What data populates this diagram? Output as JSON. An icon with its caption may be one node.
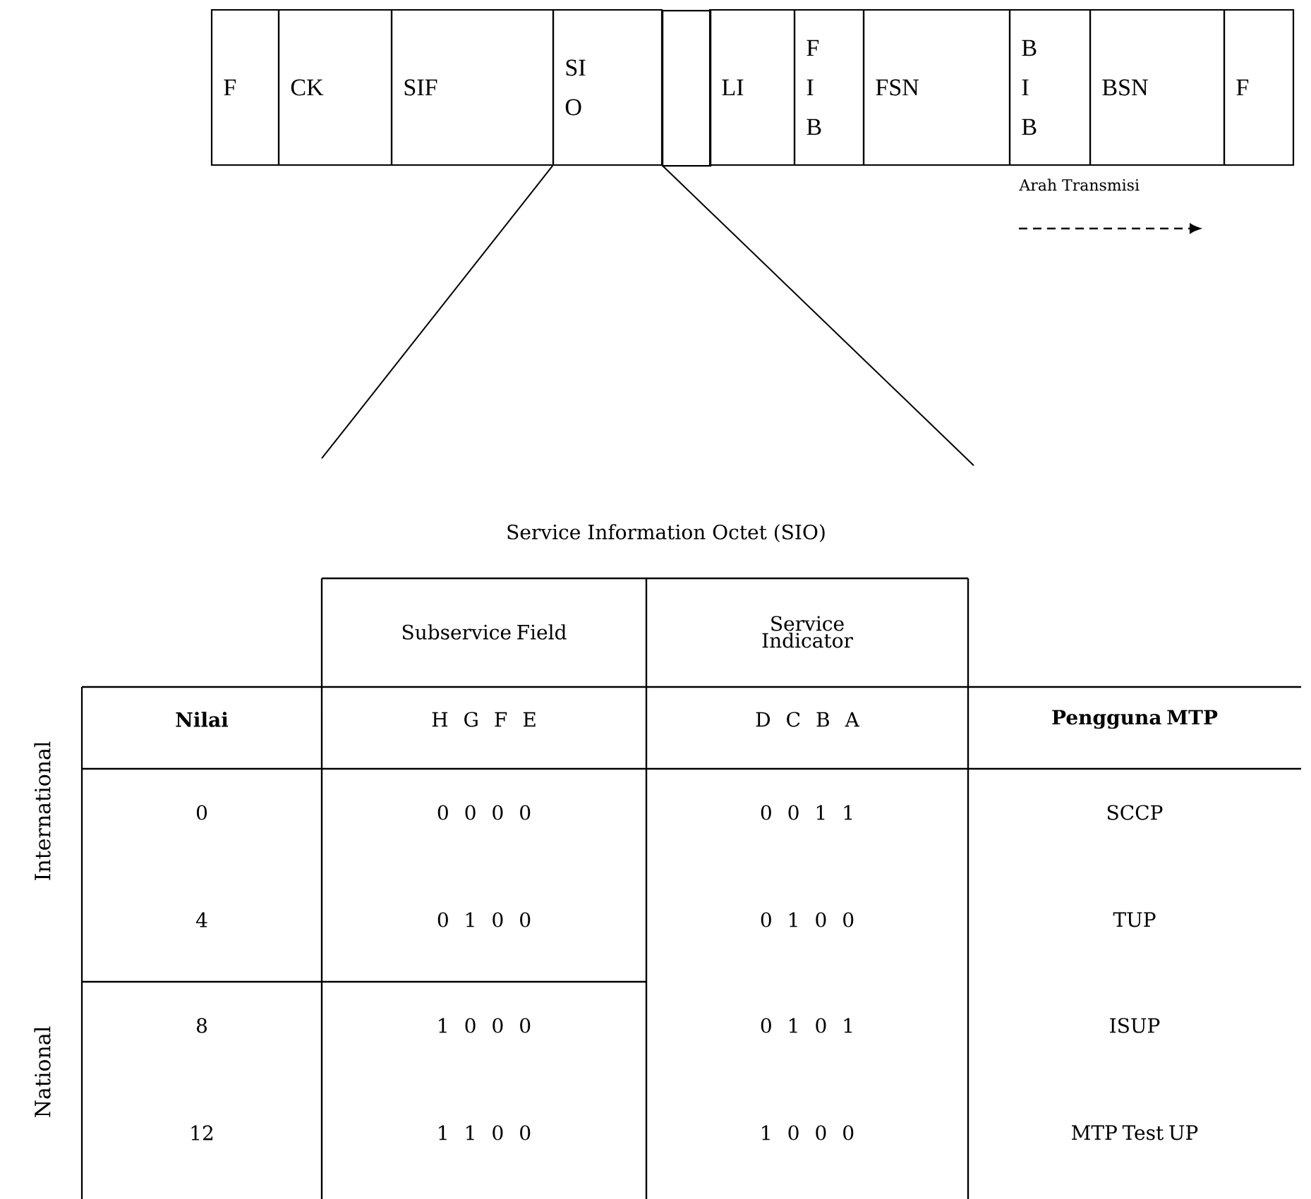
{
  "diagram": {
    "nodes": [
      {
        "text": [
          "F"
        ]
      },
      {
        "text": [
          "CK"
        ]
      },
      {
        "text": [
          "SIF"
        ]
      },
      {
        "text": [
          "SI O"
        ]
      },
      {
        "text": [],
        "shape": "box"
      },
      {
        "text": [
          "LI"
        ]
      },
      {
        "text": [
          "F I B"
        ]
      },
      {
        "text": [
          "FSN"
        ]
      },
      {
        "text": [
          "B I B"
        ]
      },
      {
        "text": [
          "BSN"
        ]
      },
      {
        "text": [
          "F"
        ]
      }
    ],
    "edges": [
      {
        "from": 3,
        "to": null,
        "arrow": "none"
      },
      {
        "from": 3,
        "to": null,
        "arrow": "none"
      }
    ],
    "labels": [
      "Arah Transmisi",
      "Service Information Octet (SIO)",
      "Subservice Field",
      "Service Indicator",
      "Nilai",
      "H G F E",
      "D C B A",
      "Pengguna MTP",
      "0",
      "0 0 0 0",
      "0 0 1 1",
      "SCCP",
      "4",
      "0 1 0 0",
      "0 1 0 0",
      "TUP",
      "8",
      "1 0 0 0",
      "0 1 0 1",
      "ISUP",
      "12",
      "1 1 0 0",
      "1 0 0 0",
      "MTP Test UP",
      "International",
      "National"
    ]
  }
}
